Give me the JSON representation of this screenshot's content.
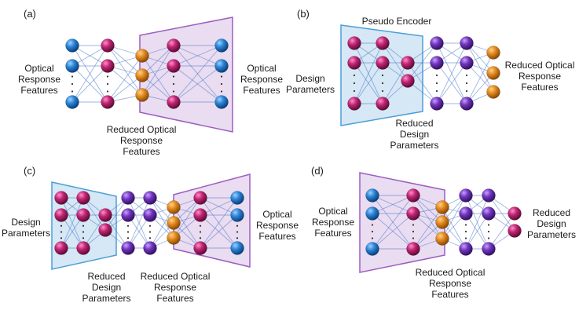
{
  "panels": [
    {
      "id": "a",
      "label": "(a)",
      "texts": {
        "input": "Optical\nResponse\nFeatures",
        "output": "Optical\nResponse\nFeatures",
        "bottleneck": "Reduced Optical\nResponse\nFeatures"
      }
    },
    {
      "id": "b",
      "label": "(b)",
      "texts": {
        "encoder": "Pseudo Encoder",
        "input": "Design\nParameters",
        "bottleneck": "Reduced\nDesign\nParameters",
        "output": "Reduced Optical\nResponse\nFeatures"
      }
    },
    {
      "id": "c",
      "label": "(c)",
      "texts": {
        "input": "Design\nParameters",
        "bottleneck1": "Reduced\nDesign\nParameters",
        "bottleneck2": "Reduced Optical\nResponse\nFeatures",
        "output": "Optical\nResponse\nFeatures"
      }
    },
    {
      "id": "d",
      "label": "(d)",
      "texts": {
        "input": "Optical\nResponse\nFeatures",
        "bottleneck": "Reduced Optical\nResponse\nFeatures",
        "output": "Reduced\nDesign\nParameters"
      }
    }
  ],
  "node_colors": {
    "blue": "#1f6fc2",
    "magenta": "#b0206a",
    "orange": "#e0851c",
    "purple": "#6a2fb0"
  },
  "region_colors": {
    "blue_fill": "#cfe3f3",
    "blue_stroke": "#4b9fd8",
    "purple_fill": "#e6d6ee",
    "purple_stroke": "#9b5fc0"
  }
}
